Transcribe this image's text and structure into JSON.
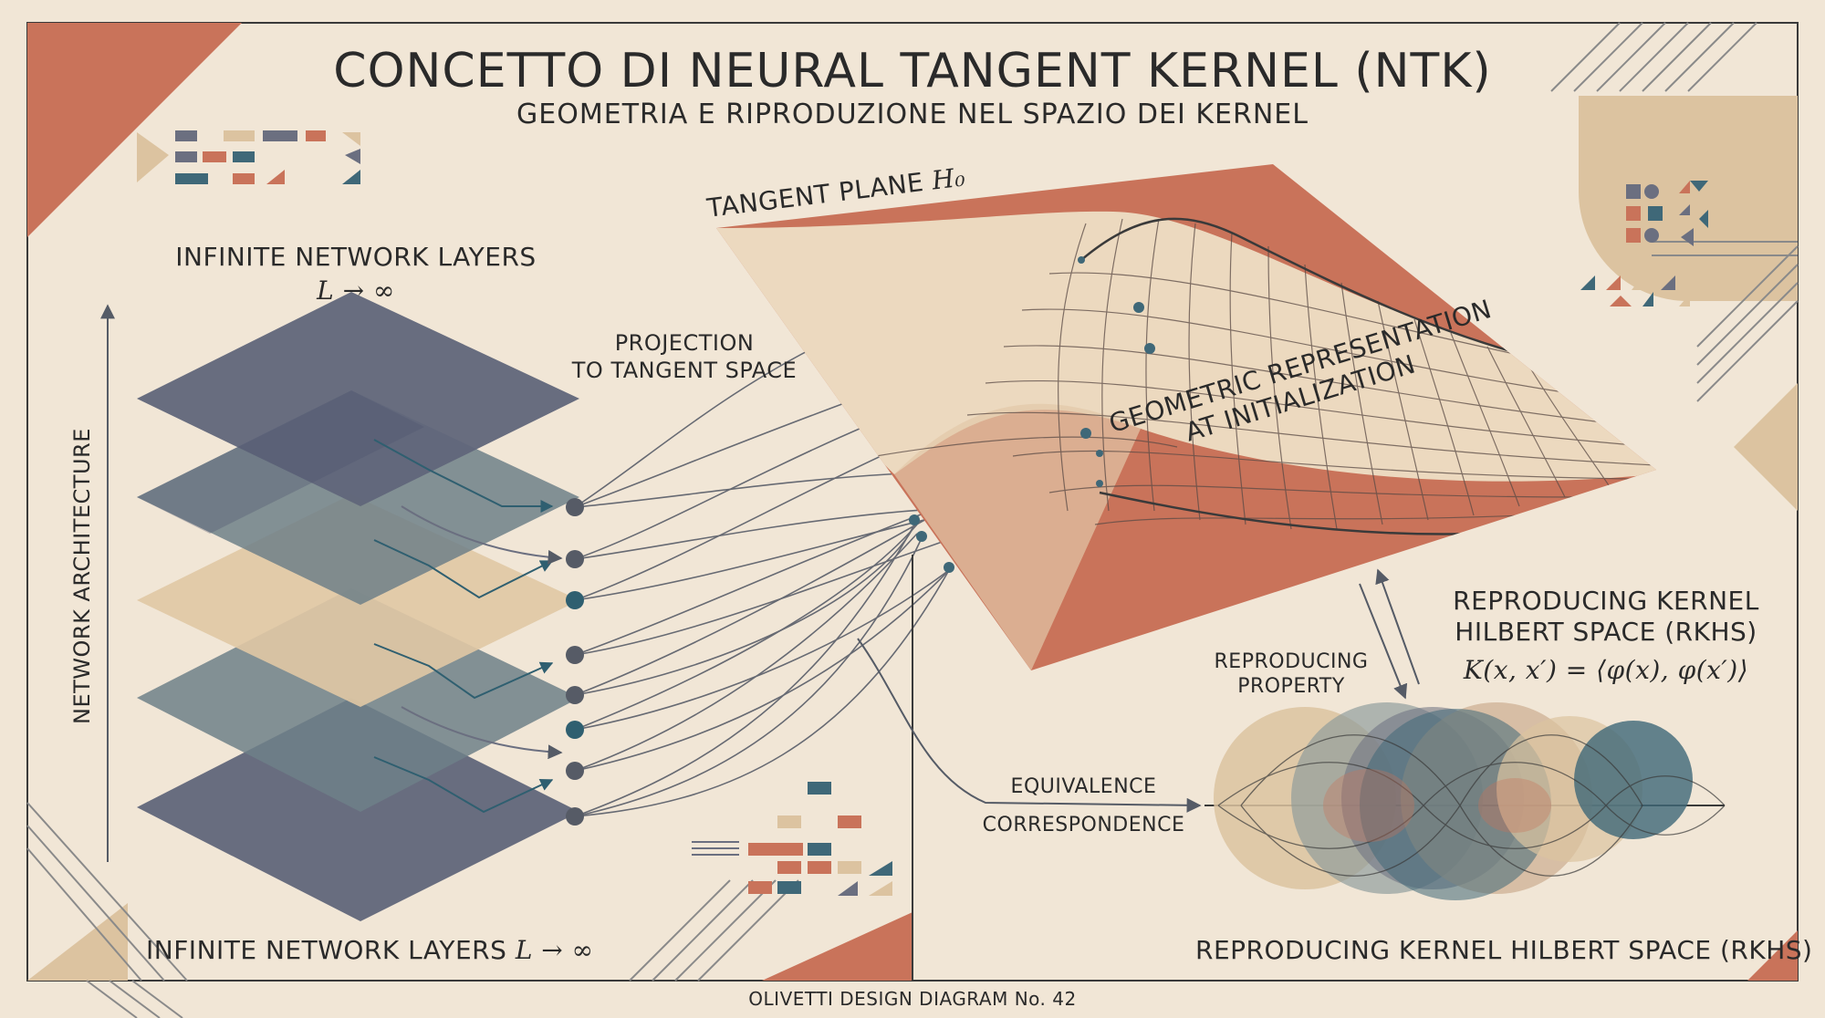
{
  "header": {
    "title": "CONCETTO DI NEURAL TANGENT KERNEL (NTK)",
    "subtitle": "GEOMETRIA E RIPRODUZIONE NEL SPAZIO DEI KERNEL"
  },
  "labels": {
    "infinite_layers_top": "INFINITE NETWORK LAYERS",
    "infinite_layers_formula": "L → ∞",
    "network_architecture": "NETWORK ARCHITECTURE",
    "projection_line1": "PROJECTION",
    "projection_line2": "TO TANGENT SPACE",
    "tangent_plane": "TANGENT PLANE",
    "tangent_plane_symbol": "H₀",
    "geometric_line1": "GEOMETRIC REPRESENTATION",
    "geometric_line2": "AT INITIALIZATION",
    "rkhs_top_line1": "REPRODUCING KERNEL",
    "rkhs_top_line2": "HILBERT SPACE (RKHS)",
    "rkhs_formula": "K(x, x′) = ⟨φ(x), φ(x′)⟩",
    "reproducing_line1": "REPRODUCING",
    "reproducing_line2": "PROPERTY",
    "equivalence": "EQUIVALENCE",
    "correspondence": "CORRESPONDENCE",
    "infinite_layers_bottom": "INFINITE NETWORK LAYERS",
    "infinite_layers_bottom_formula": "L → ∞",
    "rkhs_bottom": "REPRODUCING KERNEL HILBERT SPACE (RKHS)",
    "footer": "OLIVETTI DESIGN DIAGRAM No. 42"
  },
  "colors": {
    "background": "#f1e6d6",
    "terracotta": "#c9735a",
    "slate": "#6b6f80",
    "teal": "#3f6878",
    "sand": "#dcc3a0",
    "ink": "#2a2a2a"
  }
}
